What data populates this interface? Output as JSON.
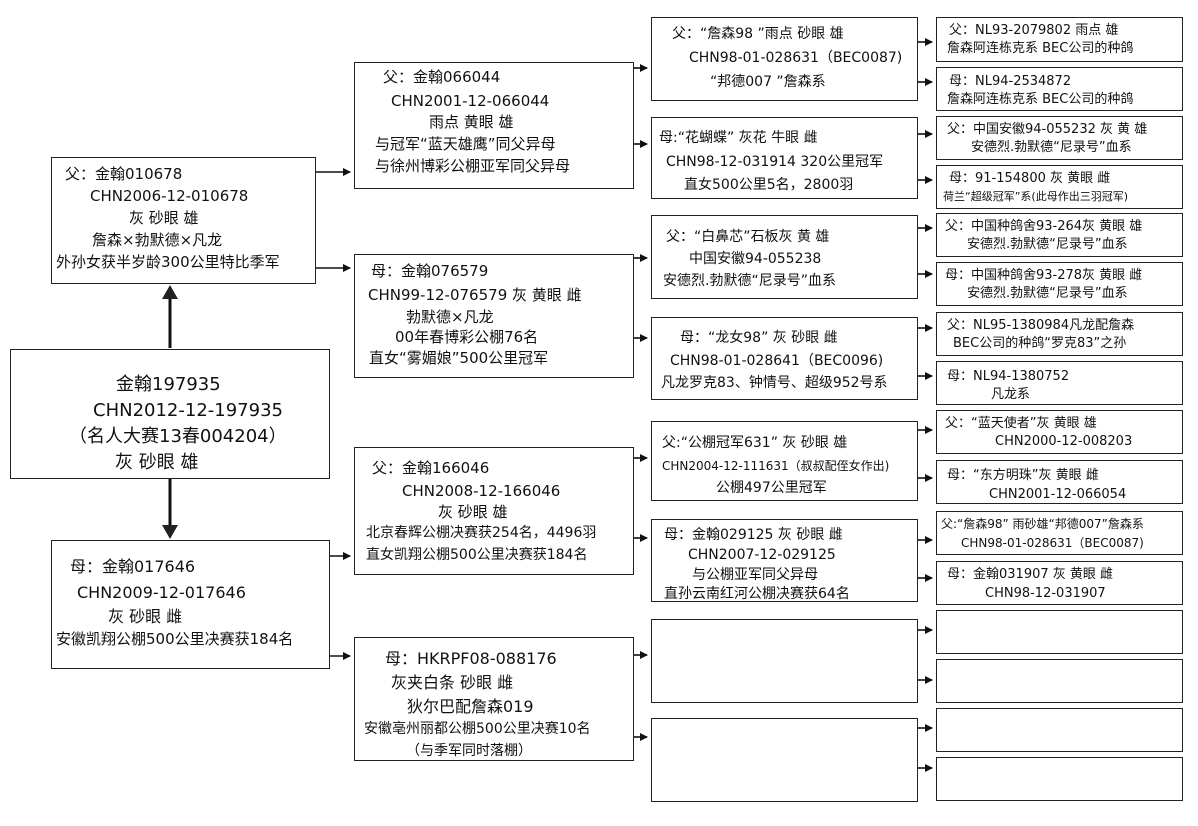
{
  "subject": {
    "line1": "金翰197935",
    "line2": "CHN2012-12-197935",
    "line3": "（名人大赛13春004204）",
    "line4": "灰 砂眼 雄"
  },
  "sire": {
    "line1": "父：金翰010678",
    "line2": "CHN2006-12-010678",
    "line3": "灰 砂眼 雄",
    "line4": "詹森×勃默德×凡龙",
    "line5": "外孙女获半岁龄300公里特比季军"
  },
  "dam": {
    "line1": "母：金翰017646",
    "line2": "CHN2009-12-017646",
    "line3": "灰 砂眼 雌",
    "line4": "安徽凯翔公棚500公里决赛获184名"
  },
  "ss": {
    "line1": "父：金翰066044",
    "line2": "CHN2001-12-066044",
    "line3": "雨点 黄眼 雄",
    "line4": "与冠军“蓝天雄鹰”同父异母",
    "line5": "与徐州博彩公棚亚军同父异母"
  },
  "sd": {
    "line1": "母：金翰076579",
    "line2": "CHN99-12-076579 灰 黄眼 雌",
    "line3": "勃默德×凡龙",
    "line4": "00年春博彩公棚76名",
    "line5": "直女“雾媚娘”500公里冠军"
  },
  "ds": {
    "line1": "父：金翰166046",
    "line2": "CHN2008-12-166046",
    "line3": "灰 砂眼 雄",
    "line4": "北京春辉公棚决赛获254名，4496羽",
    "line5": "直女凯翔公棚500公里决赛获184名"
  },
  "dd": {
    "line1": "母：HKRPF08-088176",
    "line2": "灰夹白条 砂眼 雌",
    "line3": "狄尔巴配詹森019",
    "line4": "安徽亳州丽都公棚500公里决赛10名",
    "line5": "（与季军同时落棚）"
  },
  "sss": {
    "line1": "父：“詹森98 ”雨点 砂眼 雄",
    "line2": "CHN98-01-028631（BEC0087)",
    "line3": "“邦德007 ”詹森系"
  },
  "ssd": {
    "line1": "母:“花蝴蝶” 灰花 牛眼 雌",
    "line2": "CHN98-12-031914  320公里冠军",
    "line3": "直女500公里5名，2800羽"
  },
  "sds": {
    "line1": "父：“白鼻芯”石板灰 黄 雄",
    "line2": "中国安徽94-055238",
    "line3": "安德烈.勃默德“尼录号”血系"
  },
  "sdd": {
    "line1": "母：“龙女98” 灰 砂眼 雌",
    "line2": "CHN98-01-028641（BEC0096)",
    "line3": "凡龙罗克83、钟情号、超级952号系"
  },
  "dss": {
    "line1": "父:“公棚冠军631” 灰 砂眼 雄",
    "line2": "CHN2004-12-111631（叔叔配侄女作出)",
    "line3": "公棚497公里冠军"
  },
  "dsd": {
    "line1": "母：金翰029125 灰 砂眼 雌",
    "line2": "CHN2007-12-029125",
    "line3": "与公棚亚军同父异母",
    "line4": "直孙云南红河公棚决赛获64名"
  },
  "ssss": {
    "line1": "父：NL93-2079802 雨点 雄",
    "line2": "詹森阿连栋克系 BEC公司的种鸽"
  },
  "sssd": {
    "line1": "母：NL94-2534872",
    "line2": "詹森阿连栋克系 BEC公司的种鸽"
  },
  "ssds": {
    "line1": "父：中国安徽94-055232 灰 黄 雄",
    "line2": "安德烈.勃默德“尼录号”血系"
  },
  "ssdd": {
    "line1": "母：91-154800 灰 黄眼 雌",
    "line2": "荷兰“超级冠军”系(此母作出三羽冠军)"
  },
  "sdss": {
    "line1": "父：中国种鸽舍93-264灰 黄眼 雄",
    "line2": "安德烈.勃默德“尼录号”血系"
  },
  "sdsd": {
    "line1": "母：中国种鸽舍93-278灰 黄眼 雌",
    "line2": "安德烈.勃默德“尼录号”血系"
  },
  "sdds": {
    "line1": "父：NL95-1380984凡龙配詹森",
    "line2": "BEC公司的种鸽“罗克83”之孙"
  },
  "sddd": {
    "line1": "母：NL94-1380752",
    "line2": "凡龙系"
  },
  "dsss": {
    "line1": "父：“蓝天使者”灰 黄眼 雄",
    "line2": "CHN2000-12-008203"
  },
  "dssd": {
    "line1": "母：“东方明珠”灰 黄眼 雌",
    "line2": "CHN2001-12-066054"
  },
  "dsds": {
    "line1": "父:“詹森98” 雨砂雄“邦德007”詹森系",
    "line2": "CHN98-01-028631（BEC0087)"
  },
  "dsdd": {
    "line1": "母：金翰031907  灰 黄眼 雌",
    "line2": "CHN98-12-031907"
  }
}
